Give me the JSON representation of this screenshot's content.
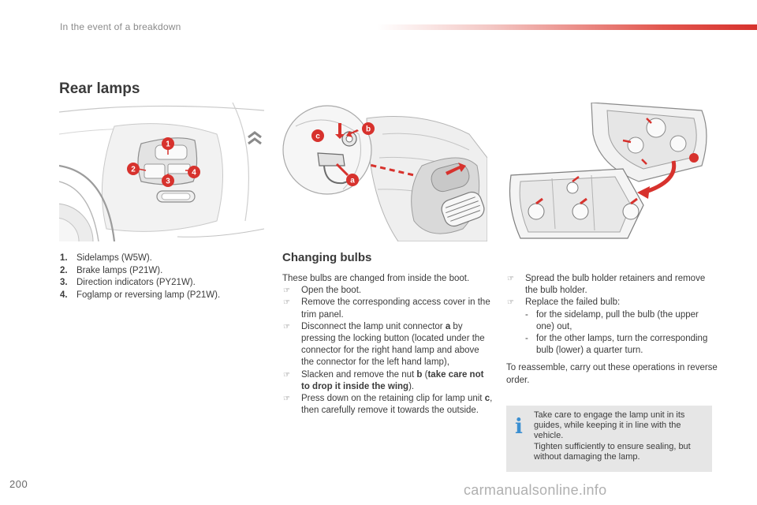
{
  "header": {
    "chapter": "In the event of a breakdown"
  },
  "section": {
    "title": "Rear lamps"
  },
  "figure1": {
    "callouts": [
      "1",
      "2",
      "3",
      "4"
    ]
  },
  "figure2": {
    "callouts": [
      "c",
      "b",
      "a"
    ]
  },
  "lamp_list": [
    {
      "num": "1.",
      "text": "Sidelamps (W5W)."
    },
    {
      "num": "2.",
      "text": "Brake lamps (P21W)."
    },
    {
      "num": "3.",
      "text": "Direction indicators (PY21W)."
    },
    {
      "num": "4.",
      "text": "Foglamp or reversing lamp (P21W)."
    }
  ],
  "changing": {
    "title": "Changing bulbs",
    "intro": "These bulbs are changed from inside the boot.",
    "steps": {
      "open": "Open the boot.",
      "remove_cover": "Remove the corresponding access cover in the trim panel.",
      "disconnect_a": "Disconnect the lamp unit connector ",
      "disconnect_a_letter": "a",
      "disconnect_b": " by pressing the locking button (located under the connector for the right hand lamp and above the connector for the left hand lamp),",
      "slacken_a": "Slacken and remove the nut ",
      "slacken_letter": "b",
      "slacken_b": " (",
      "slacken_bold": "take care not to drop it inside the wing",
      "slacken_c": ").",
      "press_a": "Press down on the retaining clip for lamp unit ",
      "press_letter": "c",
      "press_b": ", then carefully remove it towards the outside.",
      "spread": "Spread the bulb holder retainers and remove the bulb holder.",
      "replace": "Replace the failed bulb:",
      "sub_sidelamp": "for the sidelamp, pull the bulb (the upper one) out,",
      "sub_other": "for the other lamps, turn the corresponding bulb (lower) a quarter turn."
    },
    "reassemble": "To reassemble, carry out these operations in reverse order."
  },
  "info_box": {
    "icon": "i",
    "line1": "Take care to engage the lamp unit in its guides, while keeping it in line with the vehicle.",
    "line2": "Tighten sufficiently to ensure sealing, but without damaging the lamp."
  },
  "footer": {
    "page_number": "200",
    "watermark": "carmanualsonline.info"
  },
  "colors": {
    "accent_red": "#d7322d",
    "info_blue": "#3b8fd1",
    "box_grey": "#e6e6e6"
  }
}
